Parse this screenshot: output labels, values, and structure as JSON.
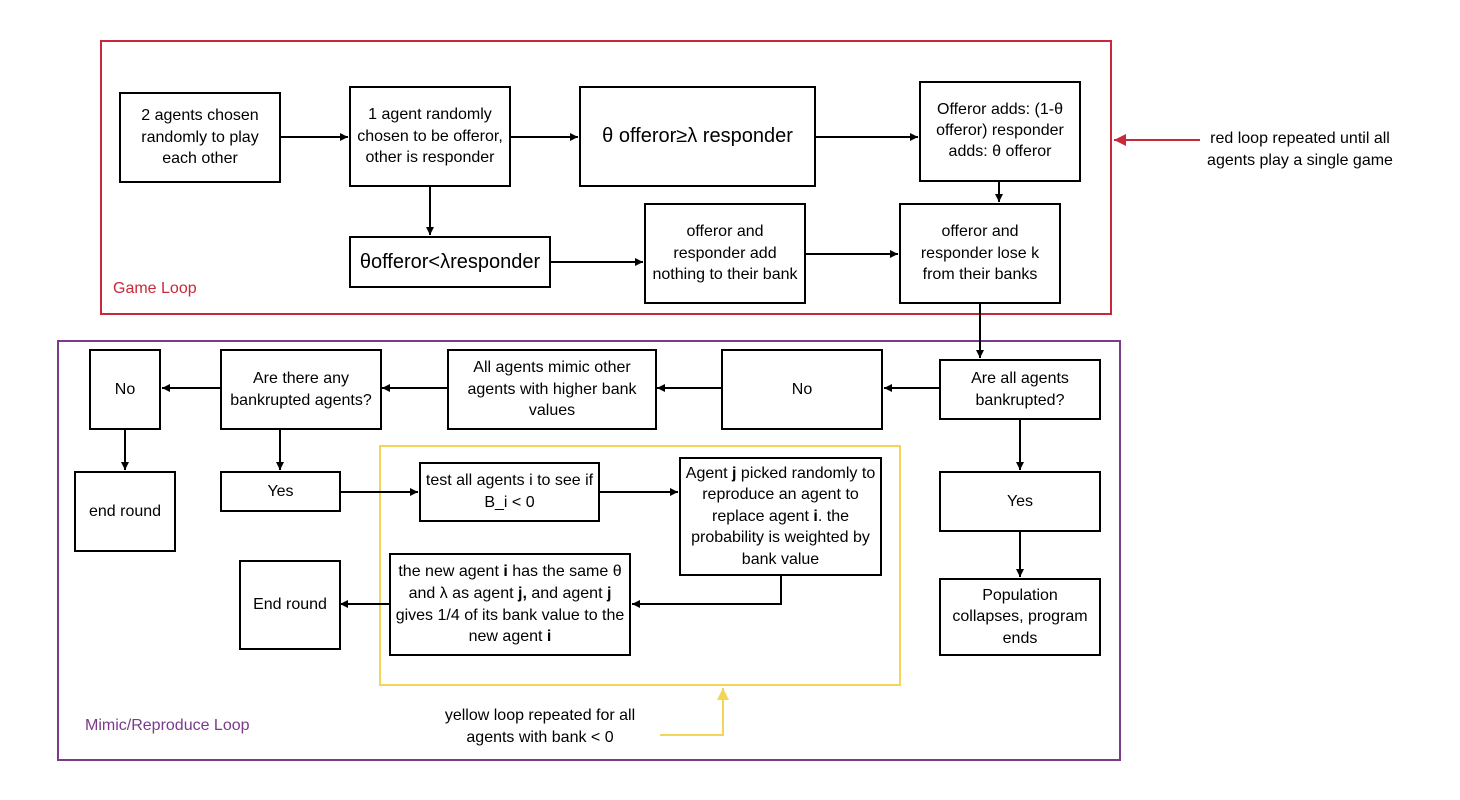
{
  "loops": {
    "game": {
      "label": "Game Loop",
      "color": "#c9283a"
    },
    "mimic": {
      "label": "Mimic/Reproduce Loop",
      "color": "#7a3b8a"
    },
    "inner": {
      "color": "#f5d45a"
    }
  },
  "nodes": {
    "choose_agents": "2 agents chosen randomly to play each other",
    "choose_offeror": "1 agent randomly chosen to be offeror, other is responder",
    "accept_condition": "θ offeror≥λ responder",
    "reject_condition": "θofferor<λresponder",
    "offeror_adds": "Offeror adds: (1-θ offeror) responder adds: θ offeror",
    "add_nothing": "offeror and responder add nothing to their bank",
    "lose_k": "offeror and responder lose k from their banks",
    "all_bankrupt": "Are all agents bankrupted?",
    "no_right": "No",
    "yes_right": "Yes",
    "collapse": "Population collapses, program ends",
    "mimic": "All agents mimic other agents with higher bank values",
    "any_bankrupt": "Are there any bankrupted agents?",
    "no_left": "No",
    "end_round_top": "end round",
    "yes_left": "Yes",
    "test_agents": "test all agents i to see if B_i < 0",
    "new_agent": "the new agent i has the same θ and λ as agent j, and agent j gives 1/4 of its bank value to the new agent i",
    "end_round_bottom": "End round"
  },
  "rich": {
    "pick_j": {
      "p1": "Agent ",
      "b1": "j",
      "p2": " picked randomly to reproduce an agent to replace agent ",
      "b2": "i",
      "p3": ". the probability is weighted by bank value"
    },
    "new_agent": {
      "p1": "the new agent ",
      "b1": "i",
      "p2": " has the same θ and λ as agent ",
      "b2": "j,",
      "p3": " and agent ",
      "b3": "j",
      "p4": " gives 1/4 of its bank value to the new agent ",
      "b4": "i"
    }
  },
  "annotations": {
    "red_note": "red loop repeated until all agents play a single game",
    "yellow_note": "yellow loop repeated for all agents with bank < 0"
  }
}
